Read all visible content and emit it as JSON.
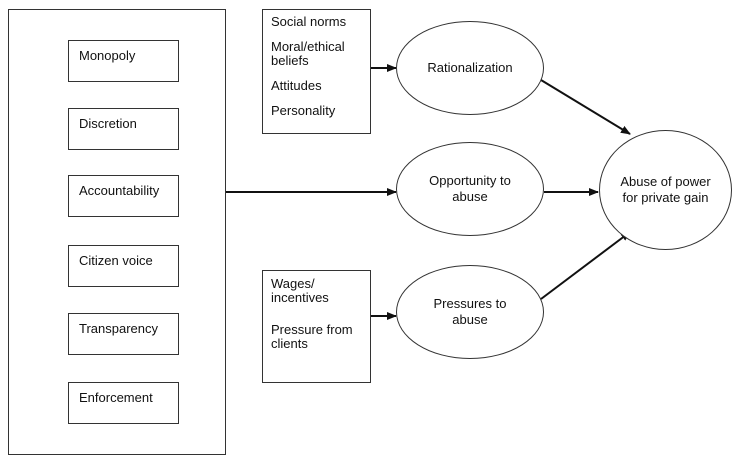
{
  "determinants": [
    "Monopoly",
    "Discretion",
    "Accountability",
    "Citizen voice",
    "Transparency",
    "Enforcement"
  ],
  "rationalization_factors": [
    "Social norms",
    "Moral/ethical beliefs",
    "Attitudes",
    "Personality"
  ],
  "pressure_factors": [
    "Wages/ incentives",
    "Pressure from clients"
  ],
  "nodes": {
    "rationalization": "Rationalization",
    "opportunity": "Opportunity to abuse",
    "pressures": "Pressures to abuse",
    "abuse": "Abuse of power for private gain"
  }
}
